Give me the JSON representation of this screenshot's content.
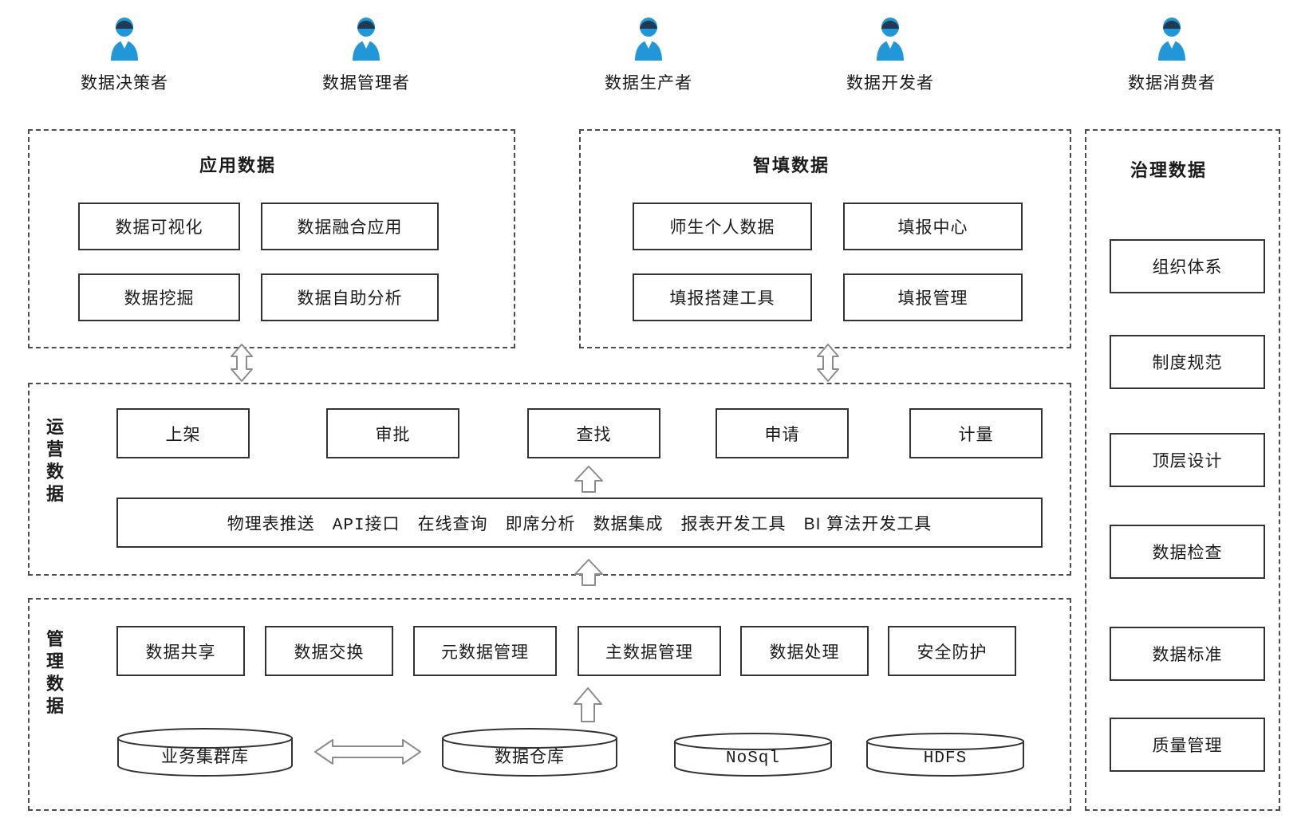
{
  "personas": [
    {
      "label": "数据决策者",
      "icon": "user-icon"
    },
    {
      "label": "数据管理者",
      "icon": "user-icon"
    },
    {
      "label": "数据生产者",
      "icon": "user-icon"
    },
    {
      "label": "数据开发者",
      "icon": "user-icon"
    },
    {
      "label": "数据消费者",
      "icon": "user-icon"
    }
  ],
  "groups": {
    "app": {
      "title": "应用数据",
      "boxes": [
        "数据可视化",
        "数据融合应用",
        "数据挖掘",
        "数据自助分析"
      ]
    },
    "fill": {
      "title": "智填数据",
      "boxes": [
        "师生个人数据",
        "填报中心",
        "填报搭建工具",
        "填报管理"
      ]
    },
    "govern": {
      "title": "治理数据",
      "boxes": [
        "组织体系",
        "制度规范",
        "顶层设计",
        "数据检查",
        "数据标准",
        "质量管理"
      ]
    },
    "operate": {
      "vlabel": "运营数据",
      "boxes": [
        "上架",
        "审批",
        "查找",
        "申请",
        "计量"
      ],
      "strip": [
        "物理表推送",
        "API接口",
        "在线查询",
        "即席分析",
        "数据集成",
        "报表开发工具",
        "BI 算法开发工具"
      ]
    },
    "manage": {
      "vlabel": "管理数据",
      "boxes": [
        "数据共享",
        "数据交换",
        "元数据管理",
        "主数据管理",
        "数据处理",
        "安全防护"
      ],
      "stores": [
        "业务集群库",
        "数据仓库",
        "NoSql",
        "HDFS"
      ]
    }
  },
  "colors": {
    "avatar_accent": "#2196d8",
    "avatar_dark": "#1f3b52",
    "border": "#333333",
    "dashed_border": "#4d4d4d",
    "arrow_stroke": "#8c8c8c"
  }
}
